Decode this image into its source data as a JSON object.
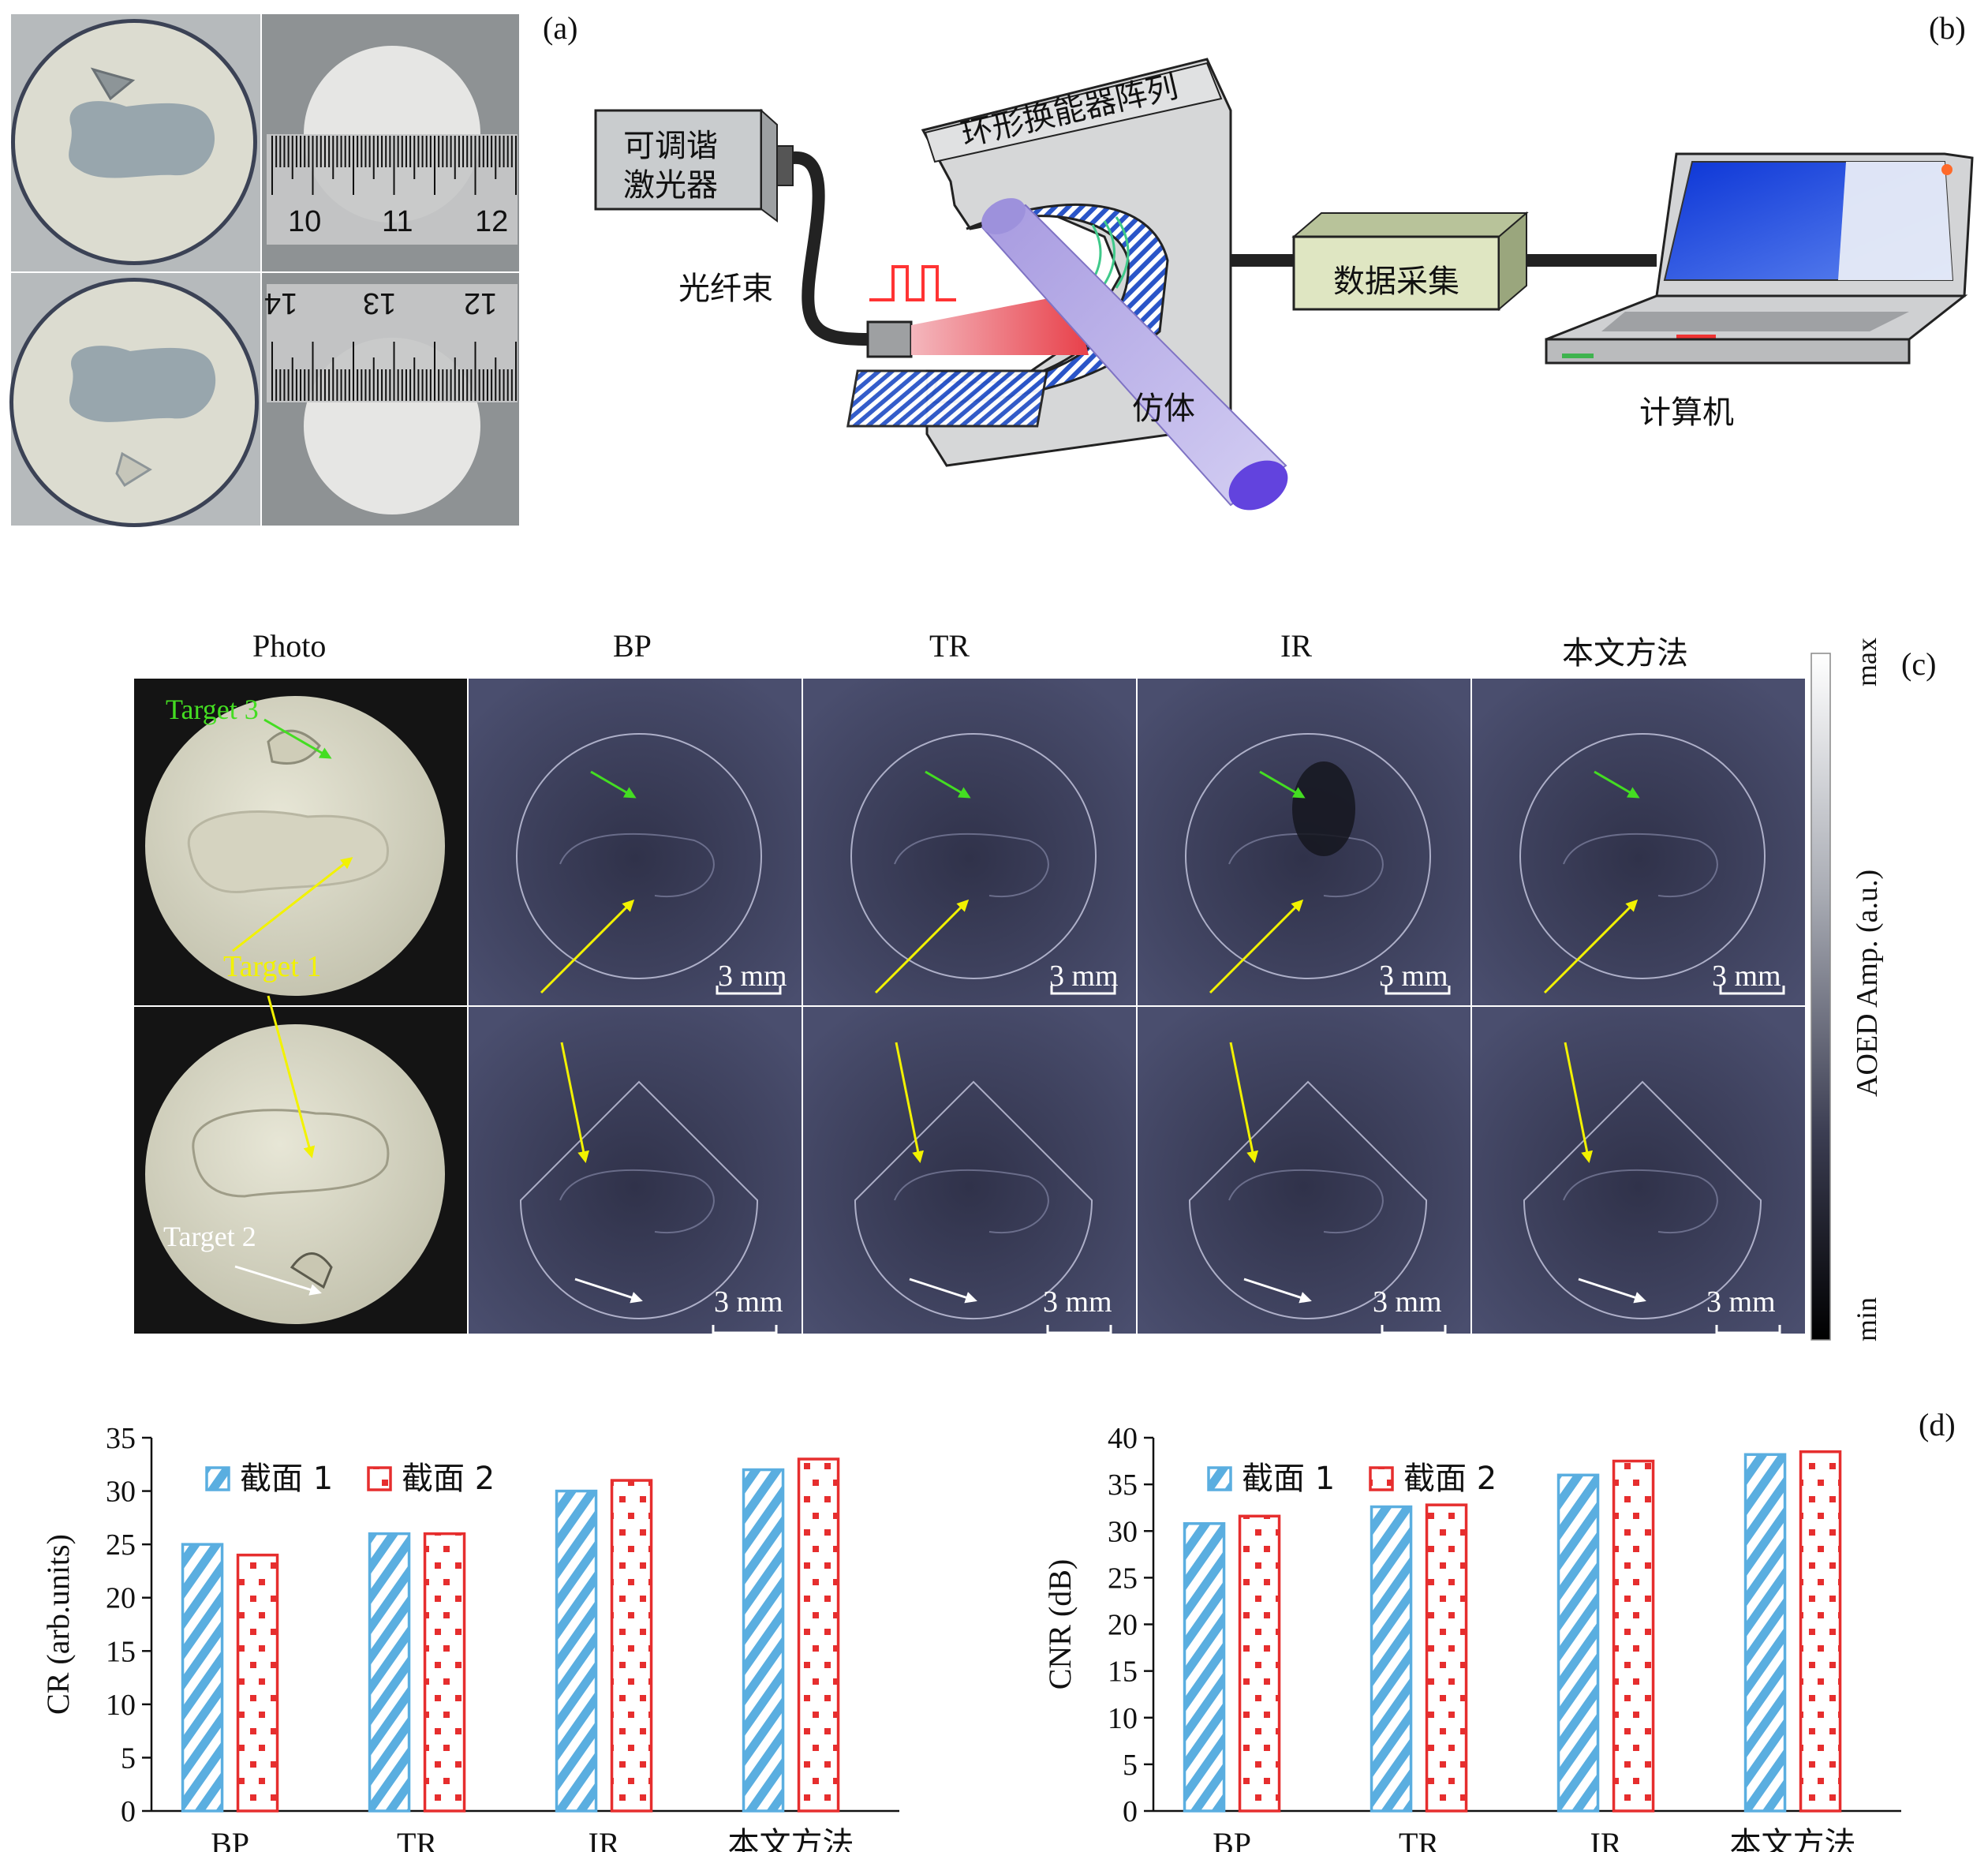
{
  "panel_labels": {
    "a": "(a)",
    "b": "(b)",
    "c": "(c)",
    "d": "(d)"
  },
  "panel_a": {
    "ruler_top_ticks": [
      "10",
      "11",
      "12"
    ],
    "ruler_bottom_ticks": [
      "14",
      "13",
      "12"
    ]
  },
  "panel_b": {
    "laser_label_line1": "可调谐",
    "laser_label_line2": "激光器",
    "fiber_label": "光纤束",
    "array_label": "环形换能器阵列",
    "phantom_label": "仿体",
    "daq_label": "数据采集",
    "computer_label": "计算机"
  },
  "panel_c": {
    "columns": [
      "Photo",
      "BP",
      "TR",
      "IR",
      "本文方法"
    ],
    "target_labels": {
      "t1": "Target 1",
      "t2": "Target 2",
      "t3": "Target 3"
    },
    "scale_bar": "3 mm",
    "colorbar": {
      "max": "max",
      "min": "min",
      "label": "AOED Amp. (a.u.)"
    },
    "colors": {
      "target1": "#f2f200",
      "target2": "#ffffff",
      "target3": "#44dd22",
      "image_bg": "#3a3d5a"
    }
  },
  "chart_data": [
    {
      "type": "bar",
      "categories": [
        "BP",
        "TR",
        "IR",
        "本文方法"
      ],
      "series": [
        {
          "name": "截面 1",
          "values": [
            25,
            26,
            30,
            32
          ],
          "color": "#5aaee0",
          "pattern": "diagonal-stripes"
        },
        {
          "name": "截面 2",
          "values": [
            24,
            26,
            31,
            33
          ],
          "color": "#e62e2e",
          "pattern": "dots"
        }
      ],
      "ylabel": "CR (arb.units)",
      "xlabel": "",
      "ylim": [
        0,
        35
      ],
      "yticks": [
        0,
        5,
        10,
        15,
        20,
        25,
        30,
        35
      ],
      "legend": "top-left",
      "grid": false
    },
    {
      "type": "bar",
      "categories": [
        "BP",
        "TR",
        "IR",
        "本文方法"
      ],
      "series": [
        {
          "name": "截面 1",
          "values": [
            30.8,
            32.6,
            36.0,
            38.2
          ],
          "color": "#5aaee0",
          "pattern": "diagonal-stripes"
        },
        {
          "name": "截面 2",
          "values": [
            31.6,
            32.8,
            37.5,
            38.5
          ],
          "color": "#e62e2e",
          "pattern": "dots"
        }
      ],
      "ylabel": "CNR (dB)",
      "xlabel": "",
      "ylim": [
        0,
        40
      ],
      "yticks": [
        0,
        5,
        10,
        15,
        20,
        25,
        30,
        35,
        40
      ],
      "legend": "top-left",
      "grid": false
    }
  ]
}
